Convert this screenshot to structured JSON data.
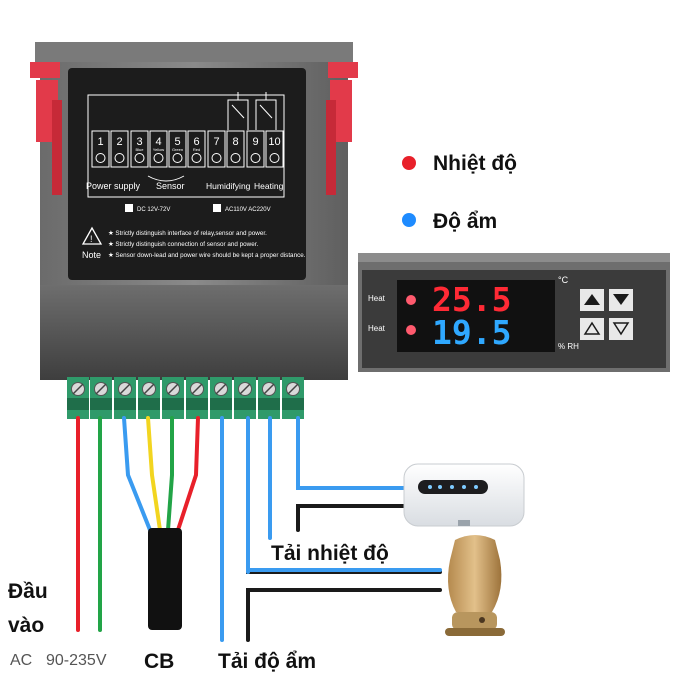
{
  "legend": {
    "temperature": {
      "label": "Nhiệt độ",
      "color": "#e8202a"
    },
    "humidity": {
      "label": "Độ ẩm",
      "color": "#1e8bff"
    }
  },
  "panel": {
    "terminals": [
      "1",
      "2",
      "3",
      "4",
      "5",
      "6",
      "7",
      "8",
      "9",
      "10"
    ],
    "wire_color_tags": [
      "Blue",
      "Yellow",
      "Green",
      "Red"
    ],
    "groups": [
      "Power supply",
      "Sensor",
      "Humidifying",
      "Heating"
    ],
    "dc_option": "DC 12V-72V",
    "ac_option": "AC110V AC220V",
    "note_title": "Note",
    "notes": [
      "★ Strictly distinguish interface of relay,sensor and power.",
      "★ Strictly distinguish connection of sensor and power.",
      "★ Sensor down-lead and power wire should be kept a proper distance."
    ]
  },
  "display": {
    "row1_label": "Heat",
    "row2_label": "Heat",
    "temperature": "25.5",
    "humidity": "19.5",
    "unit_temp": "°C",
    "unit_hum": "% RH"
  },
  "wiring": {
    "input_label_line1": "Đầu",
    "input_label_line2": "vào",
    "ac_prefix": "AC",
    "ac_range": "90-235V",
    "cb_label": "CB",
    "temp_load_label": "Tải nhiệt độ",
    "hum_load_label": "Tải độ ẩm"
  },
  "colors": {
    "wire_red": "#e8202a",
    "wire_green": "#22a447",
    "wire_blue": "#3a9bf0",
    "wire_yellow": "#f2d520",
    "wire_black": "#1a1a1a",
    "terminal_green": "#2f9a6a",
    "panel_black": "#1c1c1c",
    "clip_red": "#e23a4a"
  }
}
